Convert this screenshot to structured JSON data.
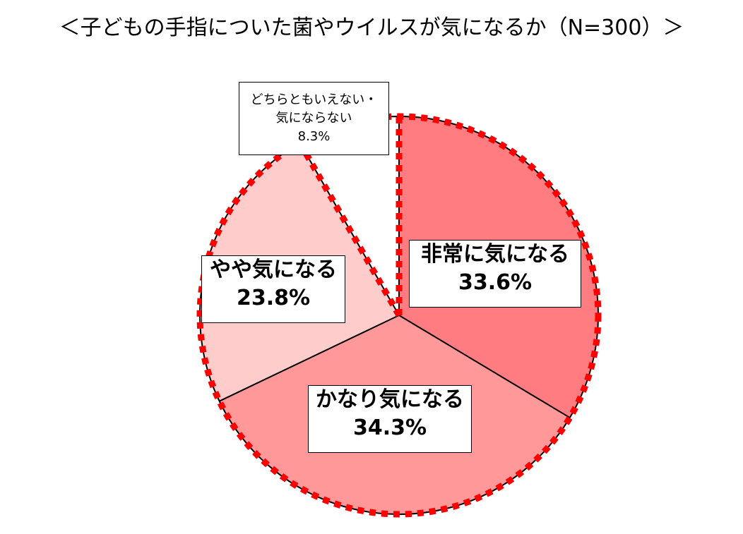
{
  "chart_data": {
    "type": "pie",
    "title": "＜子どもの手指についた菌やウイルスが気になるか（N=300）＞",
    "slices": [
      {
        "label": "非常に気になる",
        "value": 33.6,
        "value_label": "33.6%",
        "color": "#FF7C80"
      },
      {
        "label": "かなり気になる",
        "value": 34.3,
        "value_label": "34.3%",
        "color": "#FF9999"
      },
      {
        "label": "やや気になる",
        "value": 23.8,
        "value_label": "23.8%",
        "color": "#FFCCCC"
      },
      {
        "label": "どちらともいえない・気にならない",
        "label_lines": [
          "どちらともいえない・",
          "気にならない"
        ],
        "value": 8.3,
        "value_label": "8.3%",
        "color": "#FFFFFF"
      }
    ],
    "start": "12 o'clock",
    "direction": "clockwise",
    "outline": {
      "style": "dotted",
      "color": "#FF0000"
    }
  }
}
